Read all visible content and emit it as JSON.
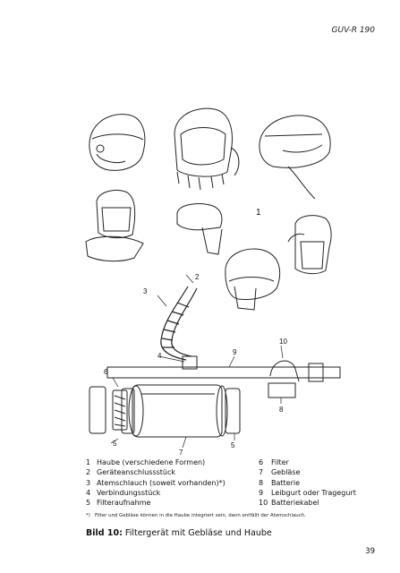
{
  "header": {
    "doc_id": "GUV-R 190"
  },
  "figure": {
    "group_label": "1",
    "callouts": [
      "2",
      "3",
      "4",
      "5",
      "5",
      "6",
      "7",
      "8",
      "9",
      "10"
    ]
  },
  "legend": {
    "left": [
      {
        "num": "1",
        "text": "Haube (verschiedene Formen)"
      },
      {
        "num": "2",
        "text": "Geräteanschlussstück"
      },
      {
        "num": "3",
        "text": "Atemschlauch (soweit vorhanden)*)"
      },
      {
        "num": "4",
        "text": "Verbindungsstück"
      },
      {
        "num": "5",
        "text": "Filteraufnahme"
      }
    ],
    "right": [
      {
        "num": "6",
        "text": "Filter"
      },
      {
        "num": "7",
        "text": "Gebläse"
      },
      {
        "num": "8",
        "text": "Batterie"
      },
      {
        "num": "9",
        "text": "Leibgurt oder Tragegurt"
      },
      {
        "num": "10",
        "text": "Batteriekabel"
      }
    ]
  },
  "footnote": {
    "mark": "*)",
    "text": "Filter und Gebläse können in die Haube integriert sein, dann entfällt der Atemschlauch."
  },
  "caption": {
    "label": "Bild 10:",
    "text": "Filtergerät mit Gebläse und Haube"
  },
  "page_number": "39"
}
